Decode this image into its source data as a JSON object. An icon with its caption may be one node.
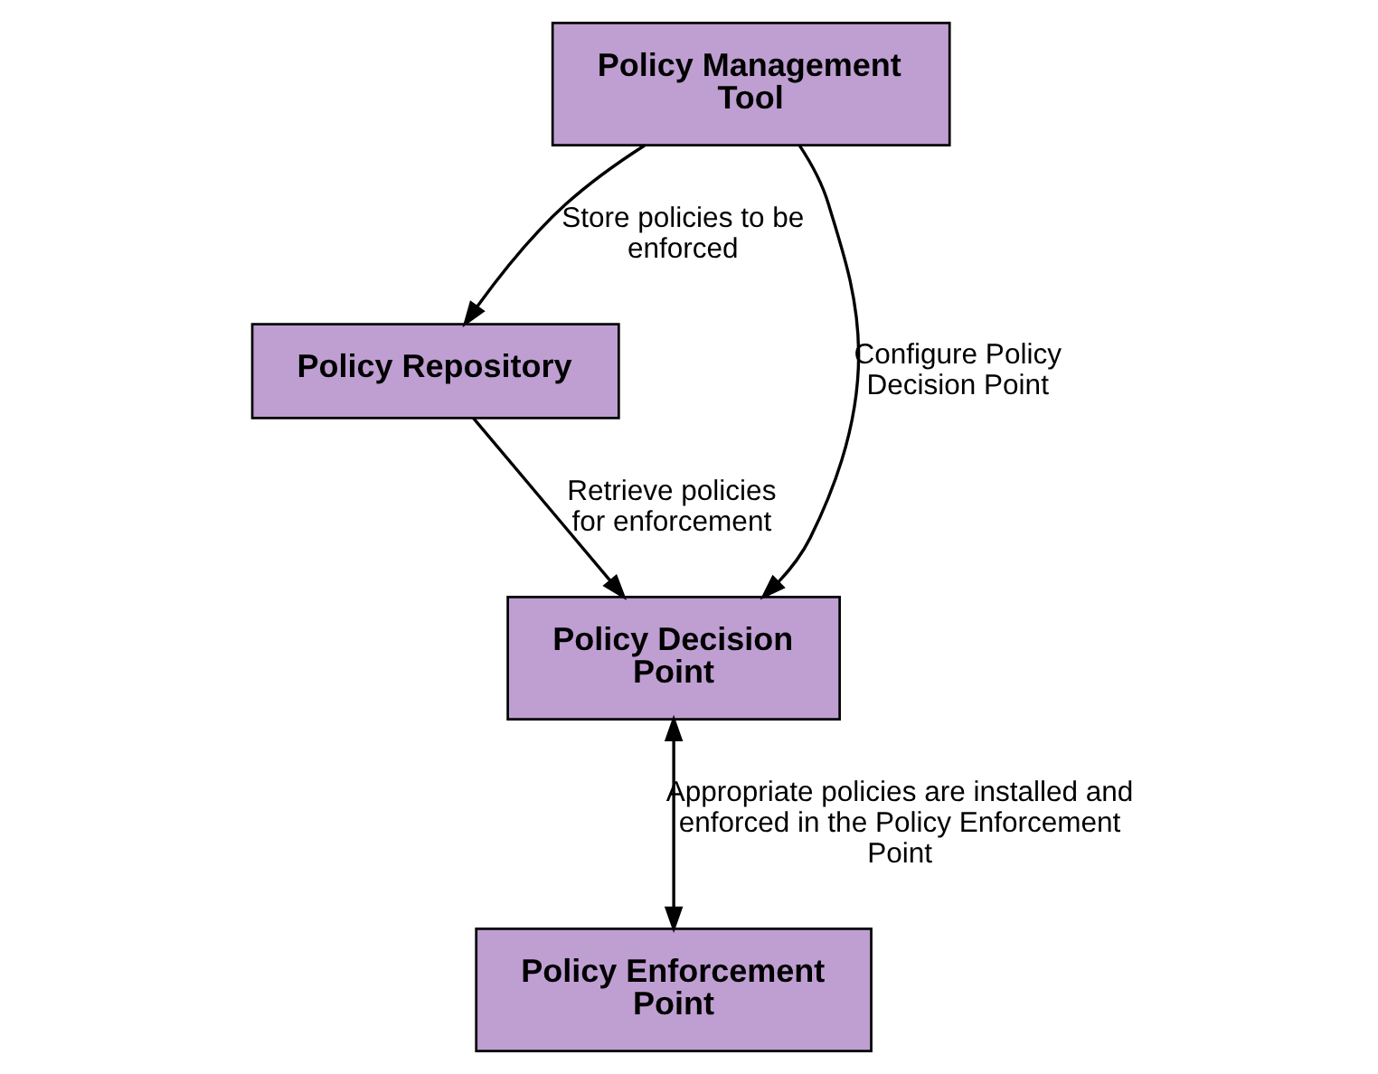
{
  "diagram": {
    "nodes": [
      {
        "text": [
          "Policy Management Tool"
        ]
      },
      {
        "text": [
          "Policy Repository"
        ]
      },
      {
        "text": [
          "Policy Decision Point"
        ]
      },
      {
        "text": [
          "Policy Enforcement Point"
        ]
      }
    ],
    "edges": [
      {
        "from": 0,
        "to": 1,
        "arrow": "to",
        "label": "Store policies to be enforced"
      },
      {
        "from": 0,
        "to": 2,
        "arrow": "to",
        "label": "Configure Policy Decision Point"
      },
      {
        "from": 1,
        "to": 2,
        "arrow": "to",
        "label": "Retrieve policies for enforcement"
      },
      {
        "from": 2,
        "to": 3,
        "arrow": "both",
        "label": "Appropriate policies are installed and enforced in the Policy Enforcement Point"
      }
    ]
  }
}
